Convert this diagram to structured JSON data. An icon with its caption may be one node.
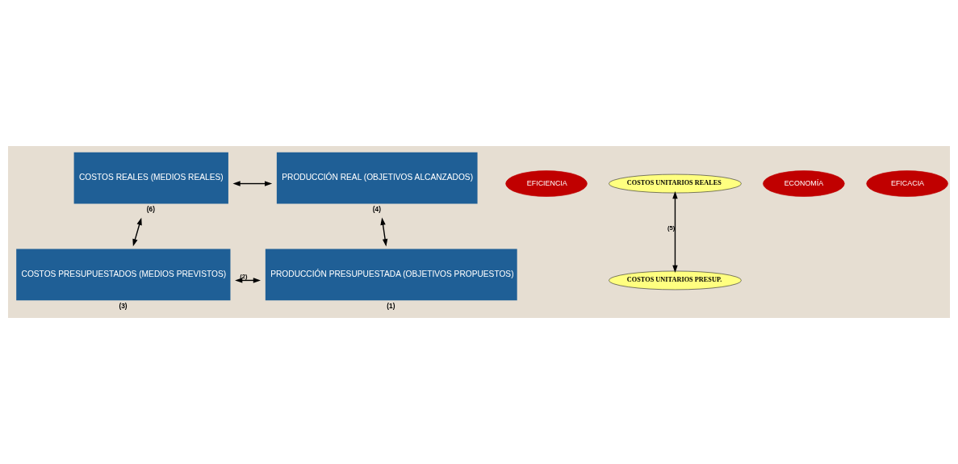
{
  "diagram": {
    "nodes": [
      {
        "text": [
          "COSTOS REALES (MEDIOS REALES)"
        ],
        "beside": [
          "(6)"
        ]
      },
      {
        "text": [
          "EFICIENCIA"
        ]
      },
      {
        "text": [
          "PRODUCCIÓN REAL (OBJETIVOS ALCANZADOS)"
        ],
        "beside": [
          "(4)"
        ]
      },
      {
        "text": [
          "COSTOS UNITARIOS REALES"
        ]
      },
      {
        "text": [
          "ECONOMÍA"
        ]
      },
      {
        "text": [
          "EFICACIA"
        ]
      },
      {
        "text": [
          "COSTOS PRESUPUESTADOS (MEDIOS PREVISTOS)"
        ],
        "beside": [
          "(3)"
        ]
      },
      {
        "text": [
          "COSTOS UNITARIOS PRESUP."
        ]
      },
      {
        "text": [
          "PRODUCCIÓN PRESUPUESTADA (OBJETIVOS PROPUESTOS)"
        ],
        "beside": [
          "(1)"
        ]
      }
    ],
    "edges": [
      {
        "from": 0,
        "to": 2,
        "arrow": "both"
      },
      {
        "from": 0,
        "to": 6,
        "arrow": "both"
      },
      {
        "from": 3,
        "to": 7,
        "arrow": "both",
        "label": "(5)"
      },
      {
        "from": 2,
        "to": 8,
        "arrow": "both"
      },
      {
        "from": 6,
        "to": 8,
        "arrow": "both",
        "label": "(2)"
      }
    ]
  }
}
